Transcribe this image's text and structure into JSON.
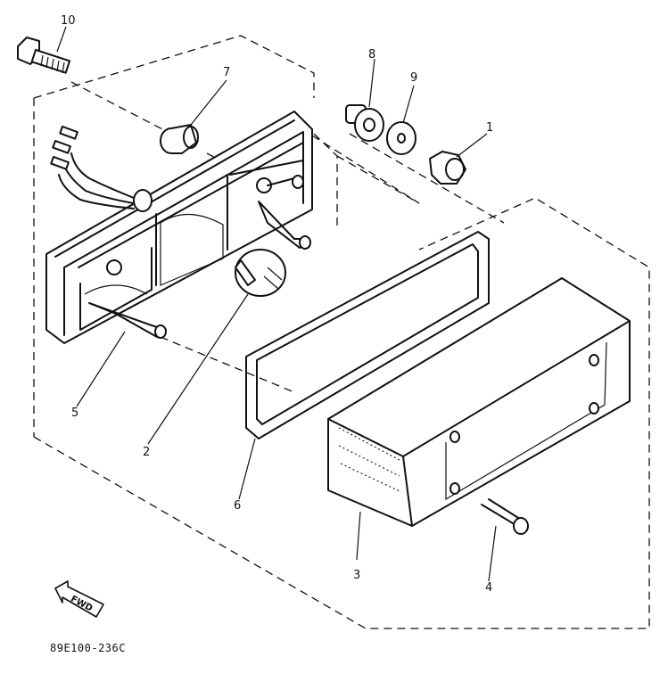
{
  "diagram": {
    "part_code": "89E100-236C",
    "fwd_label": "FWD",
    "callouts": [
      {
        "id": "1",
        "text": "1"
      },
      {
        "id": "2",
        "text": "2"
      },
      {
        "id": "3",
        "text": "3"
      },
      {
        "id": "4",
        "text": "4"
      },
      {
        "id": "5",
        "text": "5"
      },
      {
        "id": "6",
        "text": "6"
      },
      {
        "id": "7",
        "text": "7"
      },
      {
        "id": "8",
        "text": "8"
      },
      {
        "id": "9",
        "text": "9"
      },
      {
        "id": "10",
        "text": "10"
      }
    ]
  }
}
